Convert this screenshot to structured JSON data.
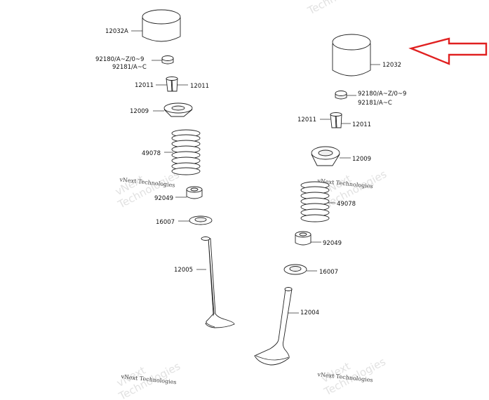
{
  "labels": {
    "l_12032A": "12032A",
    "l_92180_left": "92180/A~Z/0~9",
    "l_92181_left": "92181/A~C",
    "l_12011_l1": "12011",
    "l_12011_l2": "12011",
    "l_12009_left": "12009",
    "l_49078_left": "49078",
    "l_92049_left": "92049",
    "l_16007_left": "16007",
    "l_12005": "12005",
    "l_12032": "12032",
    "l_92180_right": "92180/A~Z/0~9",
    "l_92181_right": "92181/A~C",
    "l_12011_r1": "12011",
    "l_12011_r2": "12011",
    "l_12009_right": "12009",
    "l_49078_right": "49078",
    "l_92049_right": "92049",
    "l_16007_right": "16007",
    "l_12004": "12004"
  },
  "watermark": {
    "line1": "vNext",
    "line2": "Technologies",
    "small": "vNext Technologies"
  },
  "colors": {
    "arrow": "#e02020",
    "line": "#222222"
  }
}
